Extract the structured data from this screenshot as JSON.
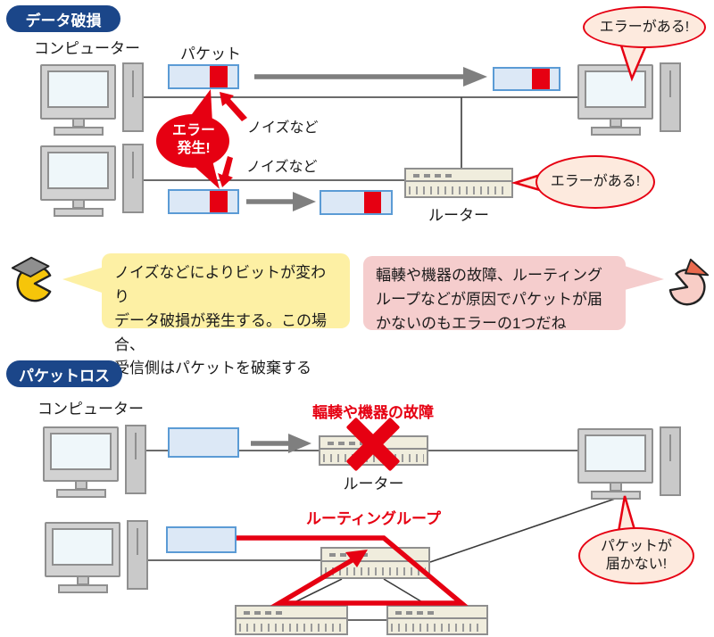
{
  "colors": {
    "badge_blue": "#1b4689",
    "accent_red": "#e60012",
    "packet_fill": "#dce8f6",
    "packet_border": "#5b9bd5",
    "router_fill": "#f0eddd",
    "note_yellow": "#fdf0a4",
    "note_pink": "#f5cdcd",
    "bubble_fill": "#fdeade",
    "device_gray": "#d2d2d2"
  },
  "section_corruption": {
    "title": "データ破損",
    "computer_label": "コンピューター",
    "packet_label": "パケット",
    "error_burst_line1": "エラー",
    "error_burst_line2": "発生!",
    "noise_label_top": "ノイズなど",
    "noise_label_bottom": "ノイズなど",
    "router_label": "ルーター",
    "bubble_receiver": "エラーがある!",
    "bubble_router": "エラーがある!"
  },
  "notes": {
    "yellow_lines": [
      "ノイズなどによりビットが変わり",
      "データ破損が発生する。この場合、",
      "受信側はパケットを破棄する"
    ],
    "pink_lines": [
      "輻輳や機器の故障、ルーティング",
      "ループなどが原因でパケットが届",
      "かないのもエラーの1つだね"
    ],
    "yellow_speaker": "scholar-pacman-icon",
    "pink_speaker": "pink-bird-icon"
  },
  "section_packetloss": {
    "title": "パケットロス",
    "computer_label": "コンピューター",
    "failure_label": "輻輳や機器の故障",
    "router_label": "ルーター",
    "loop_label": "ルーティングループ",
    "bubble_line1": "パケットが",
    "bubble_line2": "届かない!"
  }
}
